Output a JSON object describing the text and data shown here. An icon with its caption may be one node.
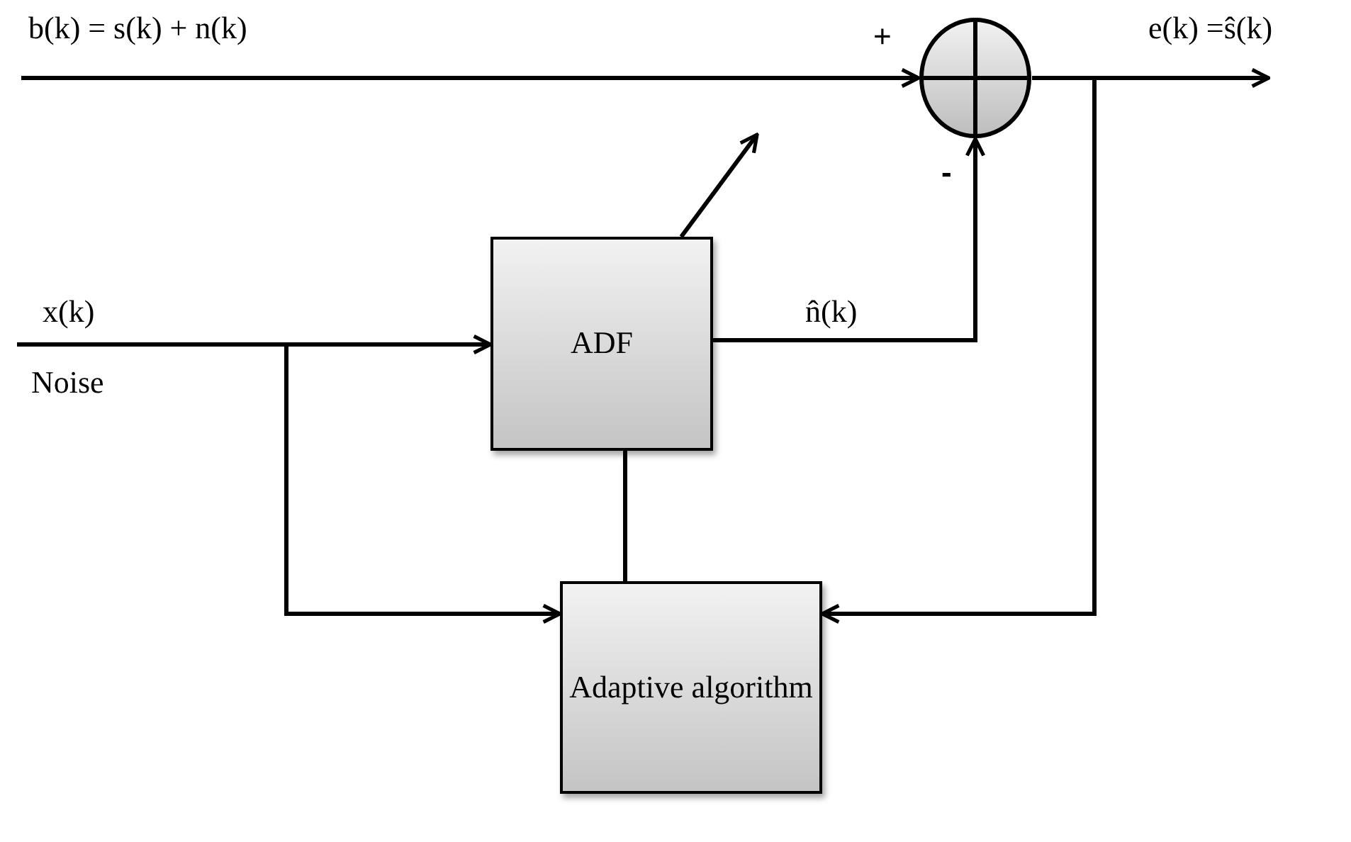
{
  "diagram": {
    "nodes": [
      {
        "text": [
          "ADF"
        ]
      },
      {
        "text": [
          "Adaptive algorithm"
        ]
      },
      {
        "text": [],
        "shape": "circle"
      }
    ],
    "edges": [
      {
        "from": null,
        "to": 2,
        "arrow": "to",
        "label": "b(k) = s(k) + n(k)"
      },
      {
        "from": 2,
        "to": null,
        "arrow": "to",
        "label": "e(k) =ŝ(k)"
      },
      {
        "from": null,
        "to": 0,
        "arrow": "to",
        "label": "x(k)"
      },
      {
        "from": null,
        "to": 1,
        "arrow": "to"
      },
      {
        "from": 0,
        "to": 2,
        "arrow": "to",
        "label": "n̂(k)"
      },
      {
        "from": 2,
        "to": 1,
        "arrow": "to"
      },
      {
        "from": 1,
        "to": 0,
        "arrow": "none"
      },
      {
        "from": 0,
        "to": null,
        "arrow": "to"
      }
    ],
    "labels": [
      "+",
      "-",
      "Noise"
    ]
  }
}
